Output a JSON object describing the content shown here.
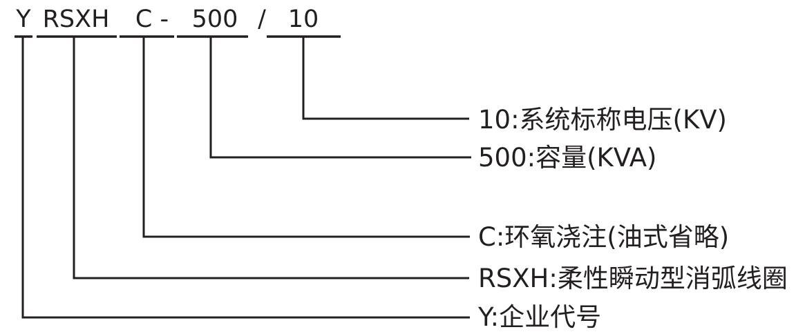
{
  "diagram": {
    "model_code": {
      "segments": [
        {
          "text": "Y"
        },
        {
          "text": "RSXH"
        },
        {
          "text": "C -"
        },
        {
          "text": "500"
        },
        {
          "text": "/"
        },
        {
          "text": "10"
        }
      ]
    },
    "legend": [
      {
        "text": "10:系统标称电压(KV)"
      },
      {
        "text": "500:容量(KVA)"
      },
      {
        "text": "C:环氧浇注(油式省略)"
      },
      {
        "text": "RSXH:柔性瞬动型消弧线圈"
      },
      {
        "text": "Y:企业代号"
      }
    ]
  },
  "colors": {
    "ink": "#231f20",
    "background": "#ffffff"
  }
}
